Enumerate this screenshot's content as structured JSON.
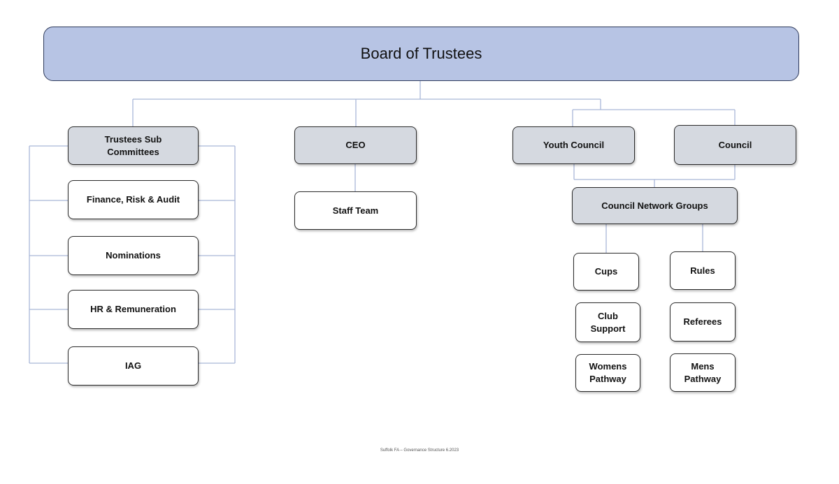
{
  "board": {
    "label": "Board of Trustees"
  },
  "trustees_sub_committees": {
    "title": "Trustees Sub\nCommittees",
    "items": [
      "Finance, Risk & Audit",
      "Nominations",
      "HR & Remuneration",
      "IAG"
    ]
  },
  "ceo": {
    "label": "CEO",
    "staff": "Staff Team"
  },
  "youth_council": {
    "label": "Youth Council"
  },
  "council": {
    "label": "Council"
  },
  "council_network_groups": {
    "title": "Council Network Groups",
    "left": [
      "Cups",
      "Club\nSupport",
      "Womens\nPathway"
    ],
    "right": [
      "Rules",
      "Referees",
      "Mens\nPathway"
    ]
  },
  "footer": {
    "text": "Suffolk FA – Governance Structure 6.2023"
  },
  "colors": {
    "board_fill": "#b7c4e4",
    "header_fill": "#d5d9e0",
    "connector": "#a9b6d8",
    "border": "#2b2b2b"
  }
}
